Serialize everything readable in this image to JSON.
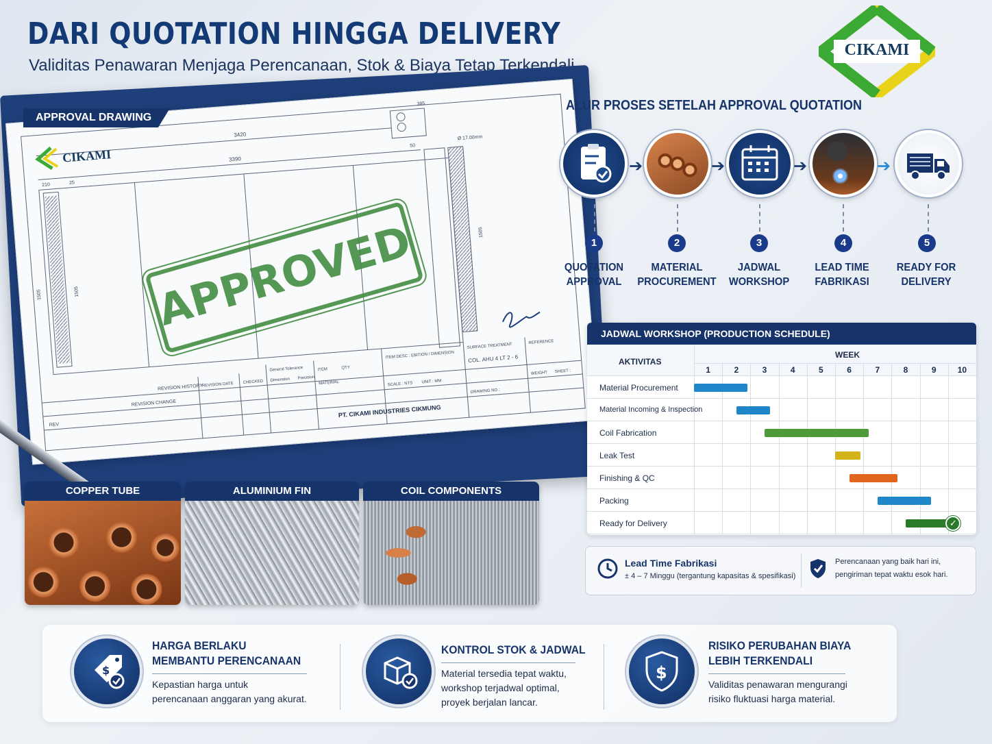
{
  "header": {
    "title": "DARI QUOTATION HINGGA DELIVERY",
    "subtitle": "Validitas Penawaran Menjaga Perencanaan, Stok & Biaya Tetap Terkendali",
    "logo": "CIKAMI"
  },
  "drawing": {
    "tab_label": "APPROVAL DRAWING",
    "logo": "CIKAMI",
    "stamp": "APPROVED",
    "dimensions": [
      "3420",
      "3390",
      "385",
      "Ø 17.00mm",
      "210",
      "25",
      "50",
      "1505",
      "1505",
      "1505"
    ],
    "title_block": {
      "company": "PT. CIKAMI INDUSTRIES CIKMUNG",
      "item_desc": "ITEM DESC : EBITION / DIMENSION",
      "part": "COL. AHU 4 LT 2 - 6",
      "revision_history": "REVISION HISTORY",
      "revision_change": "REVISION CHANGE",
      "revision_date": "REVISION DATE",
      "checked": "CHECKED",
      "rev": "REV",
      "general_tolerance": "General Tolerance",
      "dimension": "Dimension",
      "precision": "Precision",
      "item": "ITEM",
      "qty": "QTY",
      "material": "MATERIAL",
      "surface_treatment": "SURFACE TREATMENT",
      "reference": "REFERENCE",
      "scale": "SCALE : NTS",
      "unit": "UNIT : MM",
      "drawing_no": "DRAWING NO :",
      "weight": "WEIGHT",
      "sheet": "SHEET :"
    }
  },
  "materials": [
    {
      "label": "COPPER TUBE"
    },
    {
      "label": "ALUMINIUM FIN"
    },
    {
      "label": "COIL COMPONENTS"
    }
  ],
  "process": {
    "title": "ALUR PROSES SETELAH APPROVAL QUOTATION",
    "steps": [
      {
        "num": "1",
        "line1": "QUOTATION",
        "line2": "APPROVAL",
        "icon": "clipboard-check-icon"
      },
      {
        "num": "2",
        "line1": "MATERIAL",
        "line2": "PROCUREMENT",
        "icon": "copper-pipes-icon"
      },
      {
        "num": "3",
        "line1": "JADWAL",
        "line2": "WORKSHOP",
        "icon": "calendar-icon"
      },
      {
        "num": "4",
        "line1": "LEAD TIME",
        "line2": "FABRIKASI",
        "icon": "welding-icon"
      },
      {
        "num": "5",
        "line1": "READY FOR",
        "line2": "DELIVERY",
        "icon": "truck-icon"
      }
    ]
  },
  "schedule": {
    "title": "JADWAL WORKSHOP (PRODUCTION SCHEDULE)",
    "activity_header": "AKTIVITAS",
    "week_header": "WEEK",
    "weeks": [
      "1",
      "2",
      "3",
      "4",
      "5",
      "6",
      "7",
      "8",
      "9",
      "10"
    ],
    "rows": [
      {
        "activity": "Material Procurement",
        "start": 1,
        "end": 2.9,
        "color": "#1f86c9"
      },
      {
        "activity": "Material Incoming & Inspection",
        "start": 2.5,
        "end": 3.7,
        "color": "#1f86c9"
      },
      {
        "activity": "Coil Fabrication",
        "start": 3.5,
        "end": 7.2,
        "color": "#4e9a3a"
      },
      {
        "activity": "Leak Test",
        "start": 6,
        "end": 6.9,
        "color": "#d4b21a"
      },
      {
        "activity": "Finishing & QC",
        "start": 6.5,
        "end": 8.2,
        "color": "#e2651d"
      },
      {
        "activity": "Packing",
        "start": 7.5,
        "end": 9.4,
        "color": "#1f86c9"
      },
      {
        "activity": "Ready for Delivery",
        "start": 8.5,
        "end": 10.4,
        "color": "#2a7a2a"
      }
    ]
  },
  "lead_time": {
    "title": "Lead Time Fabrikasi",
    "detail": "± 4 – 7 Minggu (tergantung kapasitas & spesifikasi)",
    "note_line1": "Perencanaan yang baik hari ini,",
    "note_line2": "pengiriman tepat waktu esok hari."
  },
  "benefits": [
    {
      "title1": "HARGA BERLAKU",
      "title2": "MEMBANTU PERENCANAAN",
      "text1": "Kepastian harga untuk",
      "text2": "perencanaan anggaran yang akurat.",
      "icon": "price-tag-icon"
    },
    {
      "title1": "KONTROL STOK & JADWAL",
      "title2": "",
      "text1": "Material tersedia tepat waktu,",
      "text2": "workshop terjadwal optimal,",
      "text3": "proyek berjalan lancar.",
      "icon": "box-check-icon"
    },
    {
      "title1": "RISIKO PERUBAHAN BIAYA",
      "title2": "LEBIH TERKENDALI",
      "text1": "Validitas penawaran mengurangi",
      "text2": "risiko fluktuasi harga material.",
      "icon": "shield-dollar-icon"
    }
  ],
  "colors": {
    "navy": "#17346a",
    "green": "#3f8a3e",
    "logo_green": "#3aaa35",
    "logo_yellow": "#e8d21a"
  }
}
